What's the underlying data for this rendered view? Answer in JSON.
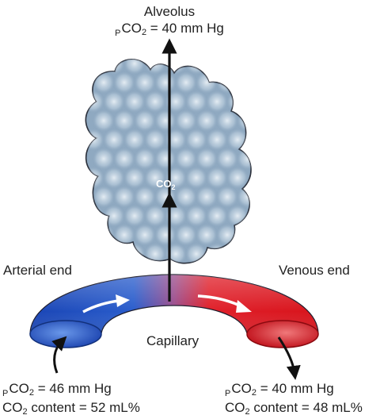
{
  "alveolus": {
    "title": "Alveolus",
    "pco2_prefix": "P",
    "pco2_chem": "CO",
    "pco2_sub": "2",
    "pco2_value": " = 40 mm Hg"
  },
  "co2_label": {
    "chem": "CO",
    "sub": "2"
  },
  "capillary": {
    "arterial_label": "Arterial end",
    "venous_label": "Venous end",
    "center_label": "Capillary"
  },
  "arterial_values": {
    "pco2_prefix": "P",
    "pco2_chem": "CO",
    "pco2_sub": "2",
    "pco2_value": " = 46 mm Hg",
    "content_chem": "CO",
    "content_sub": "2",
    "content_value": " content = 52 mL%"
  },
  "venous_values": {
    "pco2_prefix": "P",
    "pco2_chem": "CO",
    "pco2_sub": "2",
    "pco2_value": " = 40 mm Hg",
    "content_chem": "CO",
    "content_sub": "2",
    "content_value": " content = 48 mL%"
  },
  "colors": {
    "arterial_blue": "#1f4fbf",
    "venous_red": "#e0141c",
    "alveolus_fill": "#a8bfd2",
    "arrow": "#111111"
  }
}
